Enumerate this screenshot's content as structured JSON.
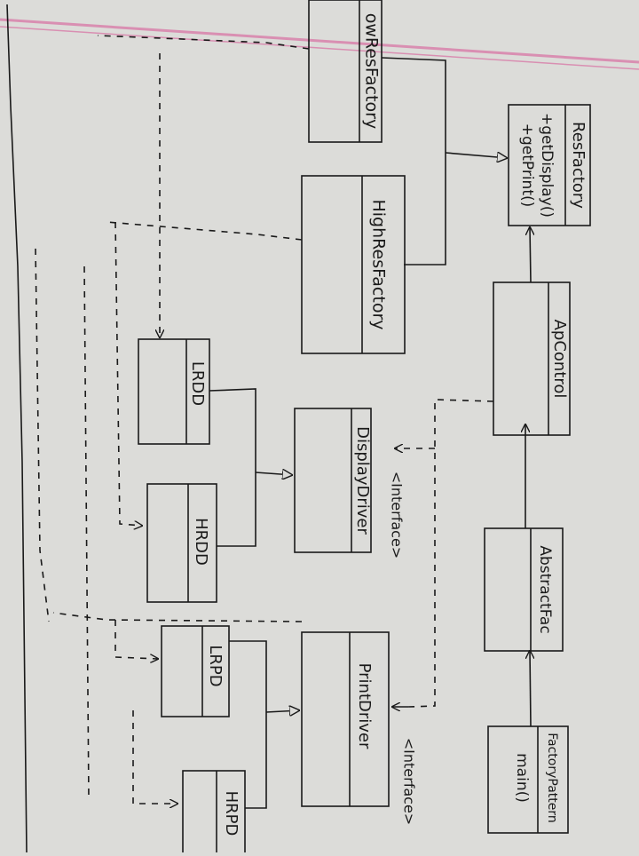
{
  "paper": {
    "color": "#dcdcd9",
    "margin_color": "#d98fb2",
    "ink_color": "#1a1a1a"
  },
  "classes": {
    "low_res_factory": {
      "name": "owResFactory"
    },
    "res_factory": {
      "name": "ResFactory",
      "methods": [
        "+getDisplay()",
        "+getPrint()"
      ]
    },
    "high_res_factory": {
      "name": "HighResFactory"
    },
    "apcontrol": {
      "name": "ApControl"
    },
    "lrdd": {
      "name": "LRDD"
    },
    "display_driver": {
      "name": "DisplayDriver",
      "stereotype": "<Interface>"
    },
    "hrdd": {
      "name": "HRDD"
    },
    "abstract_fac": {
      "name": "AbstractFac"
    },
    "lrpd": {
      "name": "LRPD"
    },
    "print_driver": {
      "name": "PrintDriver",
      "stereotype": "<Interface>"
    },
    "factory_pattern": {
      "name": "FactoryPattern",
      "methods": [
        "main()"
      ]
    },
    "hrpd": {
      "name": "HRPD"
    }
  }
}
